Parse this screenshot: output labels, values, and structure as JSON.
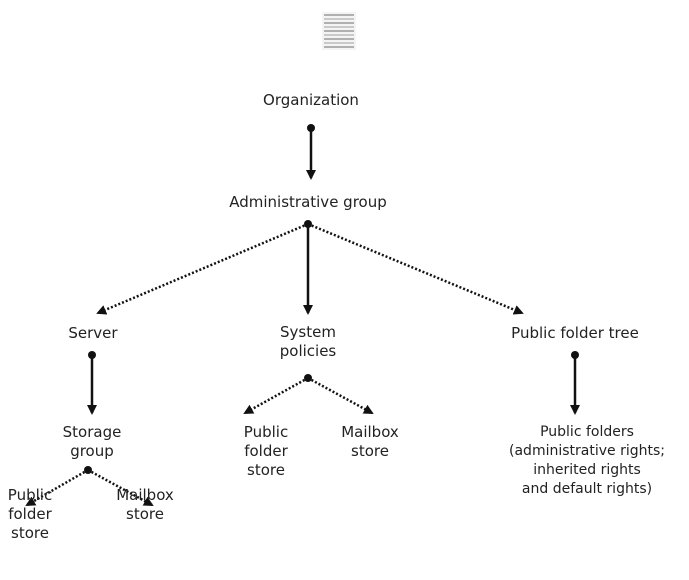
{
  "diagram": {
    "nodes": {
      "organization": "Organization",
      "admin_group": "Administrative group",
      "server": "Server",
      "system_policies": "System\npolicies",
      "public_folder_tree": "Public folder tree",
      "storage_group": "Storage\ngroup",
      "sp_public_folder_store": "Public\nfolder\nstore",
      "sp_mailbox_store": "Mailbox\nstore",
      "public_folders": "Public folders\n(administrative rights;\ninherited rights\nand default rights)",
      "sg_public_folder_store": "Public\nfolder\nstore",
      "sg_mailbox_store": "Mailbox\nstore"
    },
    "icon": "document-icon",
    "colors": {
      "line": "#111111",
      "text": "#222222"
    }
  }
}
